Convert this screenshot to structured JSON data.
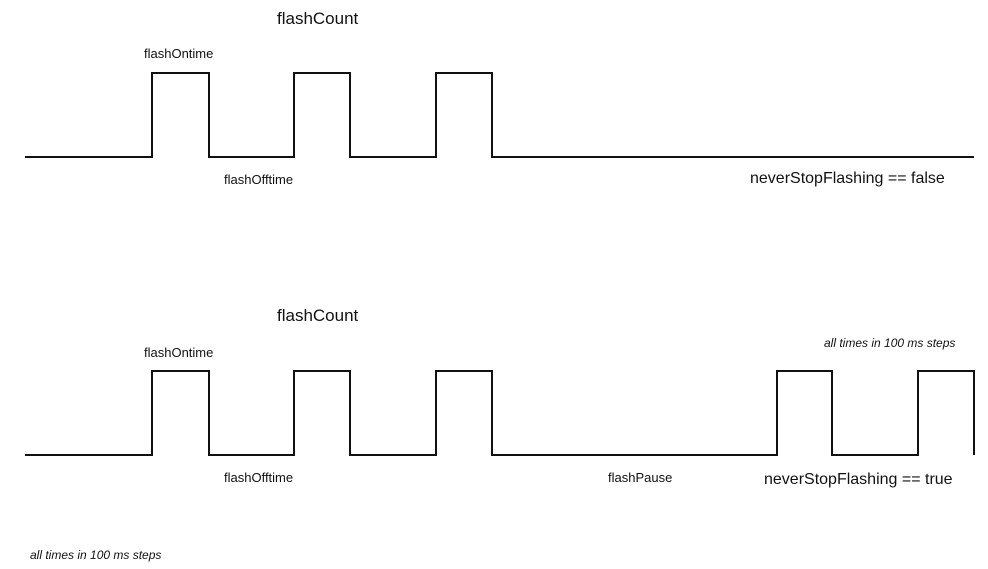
{
  "top_waveform": {
    "count_label": "flashCount",
    "on_label": "flashOntime",
    "off_label": "flashOfftime",
    "condition_label": "neverStopFlashing == false"
  },
  "bottom_waveform": {
    "count_label": "flashCount",
    "on_label": "flashOntime",
    "off_label": "flashOfftime",
    "pause_label": "flashPause",
    "condition_label": "neverStopFlashing == true",
    "note": "all times in 100 ms steps"
  },
  "footer_note": "all times in 100 ms steps",
  "colors": {
    "line": "#111111",
    "background": "#ffffff"
  }
}
